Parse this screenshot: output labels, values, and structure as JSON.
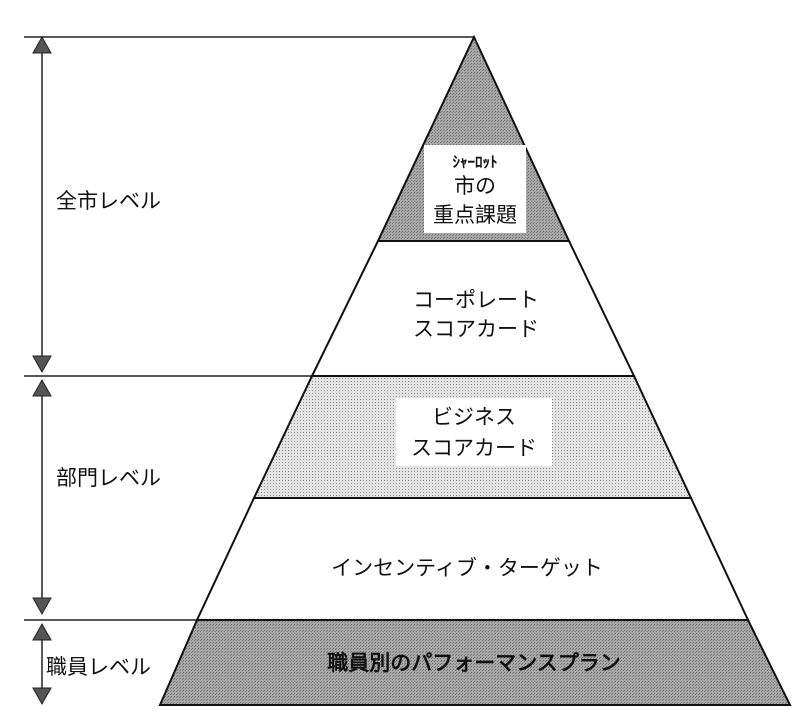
{
  "levels": [
    {
      "label": "全市レベル"
    },
    {
      "label": "部門レベル"
    },
    {
      "label": "職員レベル"
    }
  ],
  "tiers": [
    {
      "lines": [
        "ｼｬｰﾛｯﾄ",
        "市の",
        "重点課題"
      ],
      "fill": "#9a9a9a"
    },
    {
      "lines": [
        "コーポレート",
        "スコアカード"
      ],
      "fill": "#ffffff"
    },
    {
      "lines": [
        "ビジネス",
        "スコアカード"
      ],
      "fill": "#d9d9d9"
    },
    {
      "lines": [
        "インセンティブ・ターゲット"
      ],
      "fill": "#ffffff"
    },
    {
      "lines": [
        "職員別のパフォーマンスプラン"
      ],
      "fill": "#b8b8b8"
    }
  ]
}
